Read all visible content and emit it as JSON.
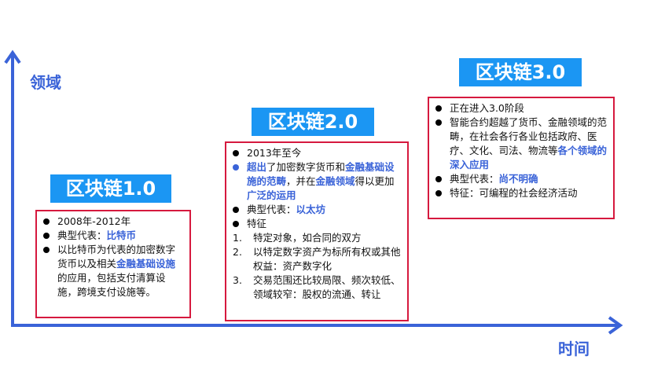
{
  "axes": {
    "y_label": "领域",
    "x_label": "时间",
    "color": "#3a63d8"
  },
  "stages": [
    {
      "title": "区块链1.0",
      "items": [
        {
          "type": "bullet",
          "segments": [
            {
              "t": "2008年-2012年"
            }
          ]
        },
        {
          "type": "bullet",
          "segments": [
            {
              "t": "典型代表："
            },
            {
              "t": "比特币",
              "hl": true
            }
          ]
        },
        {
          "type": "bullet",
          "segments": [
            {
              "t": "以比特币为代表的加密数字货币以及相关"
            },
            {
              "t": "金融基础设施",
              "hl": true
            },
            {
              "t": "的应用，包括支付清算设施，跨境支付设施等。"
            }
          ]
        }
      ]
    },
    {
      "title": "区块链2.0",
      "items": [
        {
          "type": "bullet",
          "segments": [
            {
              "t": "2013年至今"
            }
          ]
        },
        {
          "type": "bullet-blue",
          "segments": [
            {
              "t": "超出",
              "hl": true
            },
            {
              "t": "了加密数字货币和"
            },
            {
              "t": "金融基础设施的范畴",
              "hl": true
            },
            {
              "t": "，并在"
            },
            {
              "t": "金融领域",
              "hl": true
            },
            {
              "t": "得以更加"
            },
            {
              "t": "广泛的运用",
              "hl": true
            }
          ]
        },
        {
          "type": "bullet",
          "segments": [
            {
              "t": "典型代表："
            },
            {
              "t": "以太坊",
              "hl": true
            }
          ]
        },
        {
          "type": "bullet",
          "segments": [
            {
              "t": "特征"
            }
          ]
        },
        {
          "type": "num",
          "num": "1.",
          "segments": [
            {
              "t": "特定对象，如合同的双方"
            }
          ]
        },
        {
          "type": "num",
          "num": "2.",
          "segments": [
            {
              "t": "以特定数字资产为标所有权或其他权益：资产数字化"
            }
          ]
        },
        {
          "type": "num",
          "num": "3.",
          "segments": [
            {
              "t": "交易范围还比较局限、频次较低、领域较窄：股权的流通、转让"
            }
          ]
        }
      ]
    },
    {
      "title": "区块链3.0",
      "items": [
        {
          "type": "bullet",
          "segments": [
            {
              "t": "正在进入3.0阶段"
            }
          ]
        },
        {
          "type": "bullet",
          "segments": [
            {
              "t": "智能合约超越了货币、金融领域的范畴，在社会各行各业包括政府、医疗、文化、司法、物流等"
            },
            {
              "t": "各个领域的深入应用",
              "hl": true
            }
          ]
        },
        {
          "type": "bullet",
          "segments": [
            {
              "t": "典型代表："
            },
            {
              "t": "尚不明确",
              "hl": true
            }
          ]
        },
        {
          "type": "bullet",
          "segments": [
            {
              "t": "特征：可编程的社会经济活动"
            }
          ]
        }
      ]
    }
  ]
}
